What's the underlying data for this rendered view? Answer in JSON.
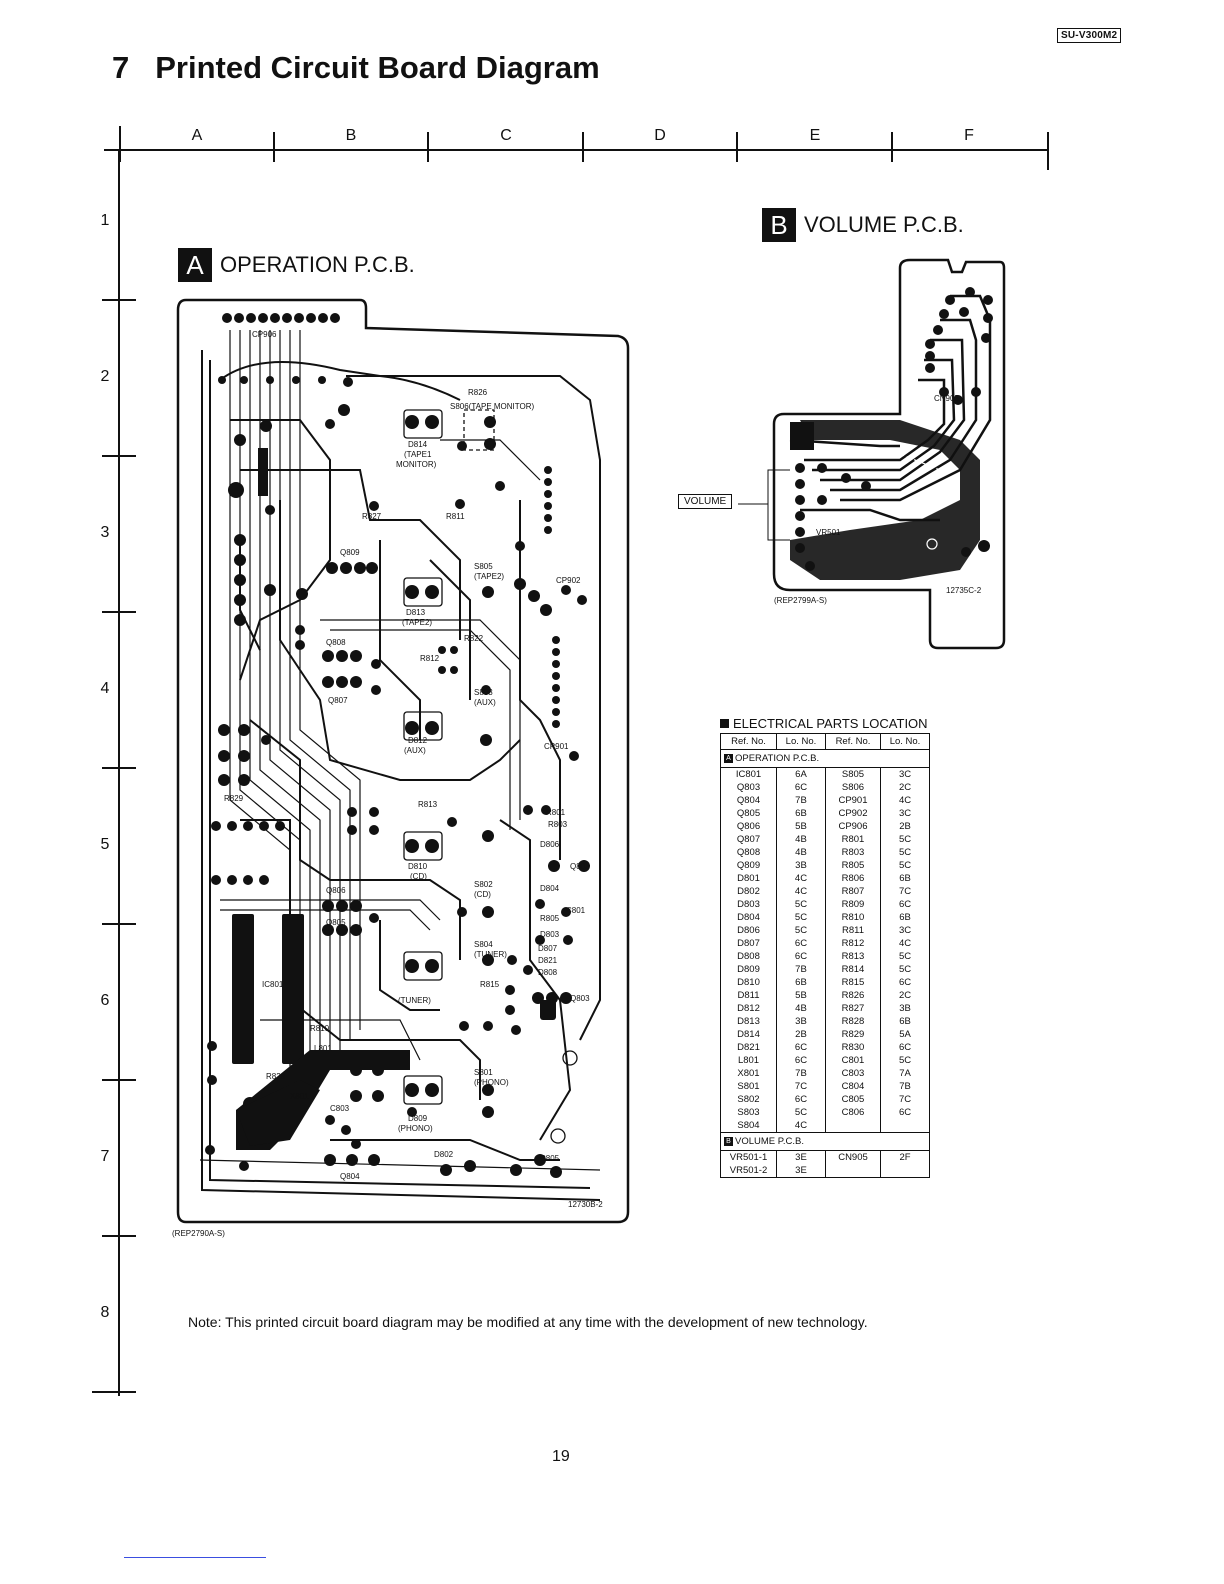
{
  "model_tag": "SU-V300M2",
  "title": {
    "number": "7",
    "text": "Printed Circuit Board Diagram"
  },
  "grid": {
    "columns": [
      "A",
      "B",
      "C",
      "D",
      "E",
      "F"
    ],
    "rows": [
      "1",
      "2",
      "3",
      "4",
      "5",
      "6",
      "7",
      "8"
    ]
  },
  "pcb_a": {
    "badge": "A",
    "heading": "OPERATION P.C.B.",
    "part_no": "(REP2790A-S)",
    "board_code": "12730B-2",
    "labels": [
      "CP906",
      "R826",
      "S806(TAPE MONITOR)",
      "D814",
      "(TAPE1",
      "MONITOR)",
      "R827",
      "R811",
      "Q809",
      "S805",
      "(TAPE2)",
      "CP902",
      "D813",
      "(TAPE2)",
      "Q808",
      "R812",
      "R822",
      "Q807",
      "S803",
      "(AUX)",
      "D812",
      "(AUX)",
      "CP901",
      "R829",
      "R813",
      "R801",
      "R803",
      "D806",
      "Q803",
      "D810",
      "(CD)",
      "S802",
      "(CD)",
      "Q806",
      "D804",
      "R805",
      "D803",
      "C801",
      "Q805",
      "D807",
      "S804",
      "(TUNER)",
      "D821",
      "D808",
      "(TUNER)",
      "Q803",
      "IC801",
      "R815",
      "R810",
      "S801",
      "(PHONO)",
      "L801",
      "R828",
      "X801",
      "C803",
      "D809",
      "(PHONO)",
      "D802",
      "C805",
      "Q804"
    ]
  },
  "pcb_b": {
    "badge": "B",
    "heading": "VOLUME P.C.B.",
    "part_no": "(REP2799A-S)",
    "board_code": "12735C-2",
    "labels": [
      "CN905",
      "VR501"
    ],
    "volume_label": "VOLUME"
  },
  "parts_location": {
    "heading": "ELECTRICAL PARTS LOCATION",
    "headers": [
      "Ref. No.",
      "Lo. No.",
      "Ref. No.",
      "Lo. No."
    ],
    "sections": [
      {
        "badge": "A",
        "title": "OPERATION P.C.B.",
        "rows": [
          [
            "IC801",
            "6A",
            "S805",
            "3C"
          ],
          [
            "Q803",
            "6C",
            "S806",
            "2C"
          ],
          [
            "Q804",
            "7B",
            "CP901",
            "4C"
          ],
          [
            "Q805",
            "6B",
            "CP902",
            "3C"
          ],
          [
            "Q806",
            "5B",
            "CP906",
            "2B"
          ],
          [
            "Q807",
            "4B",
            "R801",
            "5C"
          ],
          [
            "Q808",
            "4B",
            "R803",
            "5C"
          ],
          [
            "Q809",
            "3B",
            "R805",
            "5C"
          ],
          [
            "D801",
            "4C",
            "R806",
            "6B"
          ],
          [
            "D802",
            "4C",
            "R807",
            "7C"
          ],
          [
            "D803",
            "5C",
            "R809",
            "6C"
          ],
          [
            "D804",
            "5C",
            "R810",
            "6B"
          ],
          [
            "D806",
            "5C",
            "R811",
            "3C"
          ],
          [
            "D807",
            "6C",
            "R812",
            "4C"
          ],
          [
            "D808",
            "6C",
            "R813",
            "5C"
          ],
          [
            "D809",
            "7B",
            "R814",
            "5C"
          ],
          [
            "D810",
            "6B",
            "R815",
            "6C"
          ],
          [
            "D811",
            "5B",
            "R826",
            "2C"
          ],
          [
            "D812",
            "4B",
            "R827",
            "3B"
          ],
          [
            "D813",
            "3B",
            "R828",
            "6B"
          ],
          [
            "D814",
            "2B",
            "R829",
            "5A"
          ],
          [
            "D821",
            "6C",
            "R830",
            "6C"
          ],
          [
            "L801",
            "6C",
            "C801",
            "5C"
          ],
          [
            "X801",
            "7B",
            "C803",
            "7A"
          ],
          [
            "S801",
            "7C",
            "C804",
            "7B"
          ],
          [
            "S802",
            "6C",
            "C805",
            "7C"
          ],
          [
            "S803",
            "5C",
            "C806",
            "6C"
          ],
          [
            "S804",
            "4C",
            "",
            ""
          ]
        ]
      },
      {
        "badge": "B",
        "title": "VOLUME P.C.B.",
        "rows": [
          [
            "VR501-1",
            "3E",
            "CN905",
            "2F"
          ],
          [
            "VR501-2",
            "3E",
            "",
            ""
          ]
        ]
      }
    ]
  },
  "note": "Note: This printed circuit board diagram may be modified at any time with the development of new technology.",
  "page_number": "19"
}
